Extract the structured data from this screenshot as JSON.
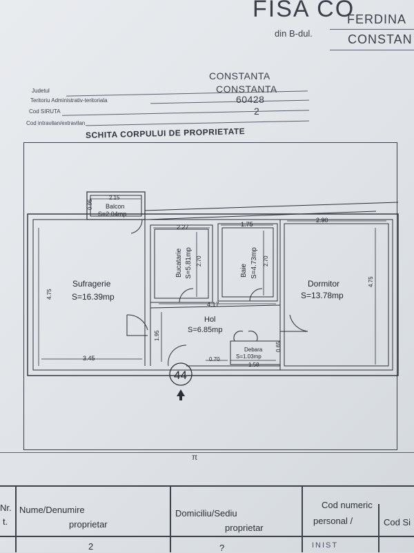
{
  "header": {
    "title": "FISA CO",
    "address_prefix": "din B-dul.",
    "address_line1": "FERDINA",
    "address_line2": "CONSTAN"
  },
  "fields": [
    {
      "label": "Judetul",
      "value": "CONSTANTA"
    },
    {
      "label": "Teritoriu Administrativ-teritoriala",
      "value": "CONSTANTA"
    },
    {
      "label": "Cod SIRUTA",
      "value": "60428"
    },
    {
      "label": "Cod intravilan/extravilan",
      "value": "2"
    }
  ],
  "section_title": "SCHITA CORPULUI DE PROPRIETATE",
  "plan": {
    "apartment_number": "44",
    "rooms": {
      "balcon": {
        "name": "Balcon",
        "area": "S=2.04mp"
      },
      "sufragerie": {
        "name": "Sufragerie",
        "area": "S=16.39mp"
      },
      "bucatarie": {
        "name": "Bucatarie",
        "area": "S=5.81mp"
      },
      "baie": {
        "name": "Baie",
        "area": "S=4.73mp"
      },
      "dormitor": {
        "name": "Dormitor",
        "area": "S=13.78mp"
      },
      "hol": {
        "name": "Hol",
        "area": "S=6.85mp"
      },
      "debara": {
        "name": "Debara",
        "area": "S=1.03mp"
      }
    },
    "dimensions": {
      "balcon_width": "2.15",
      "balcon_depth": "0.95",
      "bucatarie_width": "2.27",
      "bucatarie_height": "2.70",
      "baie_width": "1.75",
      "baie_height": "2.70",
      "dormitor_width": "2.90",
      "dormitor_height": "4.75",
      "sufragerie_height": "4.75",
      "sufragerie_width": "3.45",
      "hol_width": "4.17",
      "hol_height": "1.95",
      "hol_small": "0.70",
      "debara_width": "1.58",
      "debara_height": "0.65"
    }
  },
  "table": {
    "col1_a": "Nr.",
    "col1_b": "t.",
    "col2_line1": "Nume/Denumire",
    "col2_line2": "proprietar",
    "col3_line1": "Domiciliu/Sediu",
    "col3_line2": "proprietar",
    "col4_line1": "Cod numeric",
    "col4_line2": "personal /",
    "col5": "Cod Si",
    "row_value1": "2",
    "row_value2": "?",
    "stamp_text": "INIST"
  },
  "footer_mark": "π"
}
